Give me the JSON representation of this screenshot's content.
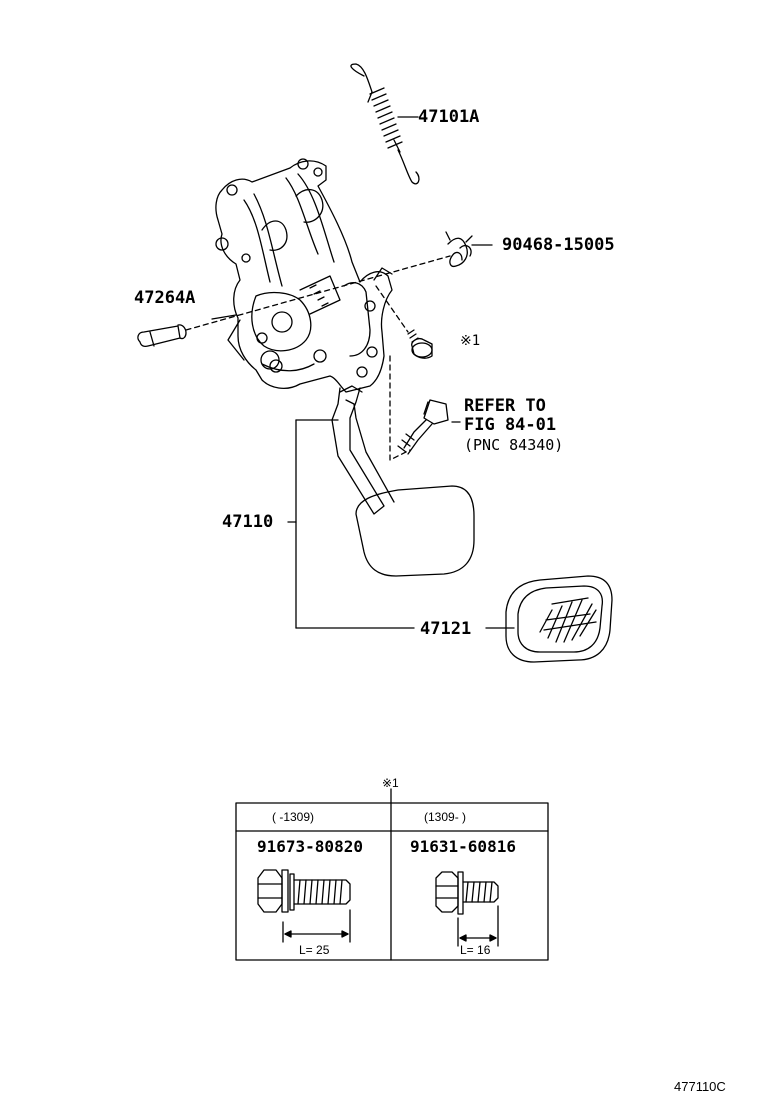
{
  "callouts": {
    "spring": "47101A",
    "clip": "90468-15005",
    "pin": "47264A",
    "bolt_ref": "※1",
    "pedal": "47110",
    "pad": "47121"
  },
  "refer": {
    "line1": "REFER TO",
    "line2": "FIG 84-01",
    "line3": "(PNC 84340)"
  },
  "table": {
    "marker": "※1",
    "columns": [
      {
        "range": "(      -1309)",
        "part": "91673-80820",
        "length": "L= 25"
      },
      {
        "range": "(1309-      )",
        "part": "91631-60816",
        "length": "L= 16"
      }
    ]
  },
  "illustration_code": "477110C"
}
